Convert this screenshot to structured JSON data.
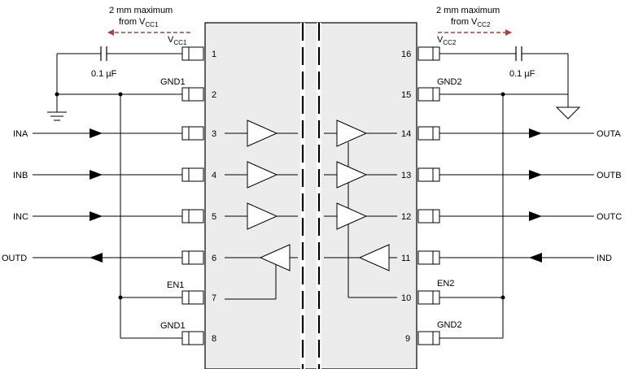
{
  "colors": {
    "line": "#000000",
    "chip_fill": "#ececec",
    "dimension_arrow": "#a0463c",
    "background": "#ffffff"
  },
  "dimension_left": {
    "line1": "2 mm maximum",
    "line2_prefix": "from V",
    "line2_sub": "CC1"
  },
  "dimension_right": {
    "line1": "2 mm maximum",
    "line2_prefix": "from V",
    "line2_sub": "CC2"
  },
  "capacitor_left": {
    "value": "0.1 µF"
  },
  "capacitor_right": {
    "value": "0.1 µF"
  },
  "pins_left": [
    {
      "number": "1",
      "name_main": "V",
      "name_sub": "CC1"
    },
    {
      "number": "2",
      "name_main": "GND1",
      "name_sub": ""
    },
    {
      "number": "3",
      "name_main": "",
      "name_sub": ""
    },
    {
      "number": "4",
      "name_main": "",
      "name_sub": ""
    },
    {
      "number": "5",
      "name_main": "",
      "name_sub": ""
    },
    {
      "number": "6",
      "name_main": "",
      "name_sub": ""
    },
    {
      "number": "7",
      "name_main": "EN1",
      "name_sub": ""
    },
    {
      "number": "8",
      "name_main": "GND1",
      "name_sub": ""
    }
  ],
  "pins_right": [
    {
      "number": "16",
      "name_main": "V",
      "name_sub": "CC2"
    },
    {
      "number": "15",
      "name_main": "GND2",
      "name_sub": ""
    },
    {
      "number": "14",
      "name_main": "",
      "name_sub": ""
    },
    {
      "number": "13",
      "name_main": "",
      "name_sub": ""
    },
    {
      "number": "12",
      "name_main": "",
      "name_sub": ""
    },
    {
      "number": "11",
      "name_main": "",
      "name_sub": ""
    },
    {
      "number": "10",
      "name_main": "EN2",
      "name_sub": ""
    },
    {
      "number": "9",
      "name_main": "GND2",
      "name_sub": ""
    }
  ],
  "signals_left": [
    "INA",
    "INB",
    "INC",
    "OUTD"
  ],
  "signals_right": [
    "OUTA",
    "OUTB",
    "OUTC",
    "IND"
  ]
}
